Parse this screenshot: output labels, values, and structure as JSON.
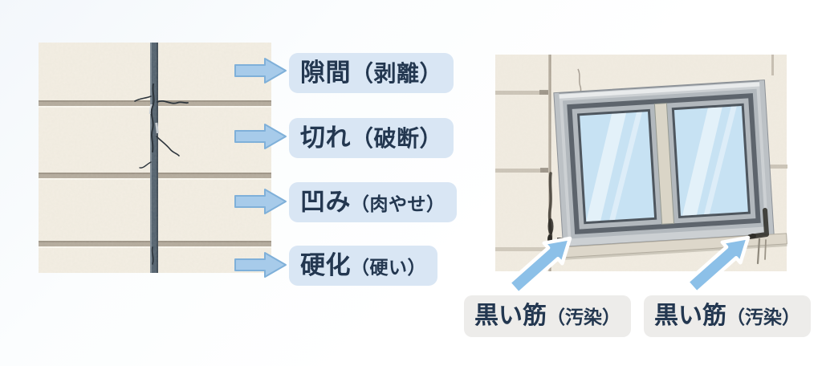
{
  "colors": {
    "defect_label_bg": "#d9e6f4",
    "stain_label_bg": "#edecea",
    "label_text": "#233750",
    "arrow_fill": "#a7cbea",
    "arrow_stroke": "#7fb0d9",
    "diagonal_arrow_fill": "#8cc0e8",
    "wall_base": "#f3eee3",
    "sealant_joint": "#51606d",
    "window_glass": "#c7e2f3"
  },
  "left_panel": {
    "labels": [
      {
        "main": "隙間",
        "paren": "（剥離）"
      },
      {
        "main": "切れ",
        "paren": "（破断）"
      },
      {
        "main": "凹み",
        "paren": "（肉やせ）"
      },
      {
        "main": "硬化",
        "paren": "（硬い）"
      }
    ]
  },
  "right_panel": {
    "labels": [
      {
        "main": "黒い筋",
        "paren": "（汚染）"
      },
      {
        "main": "黒い筋",
        "paren": "（汚染）"
      }
    ]
  }
}
